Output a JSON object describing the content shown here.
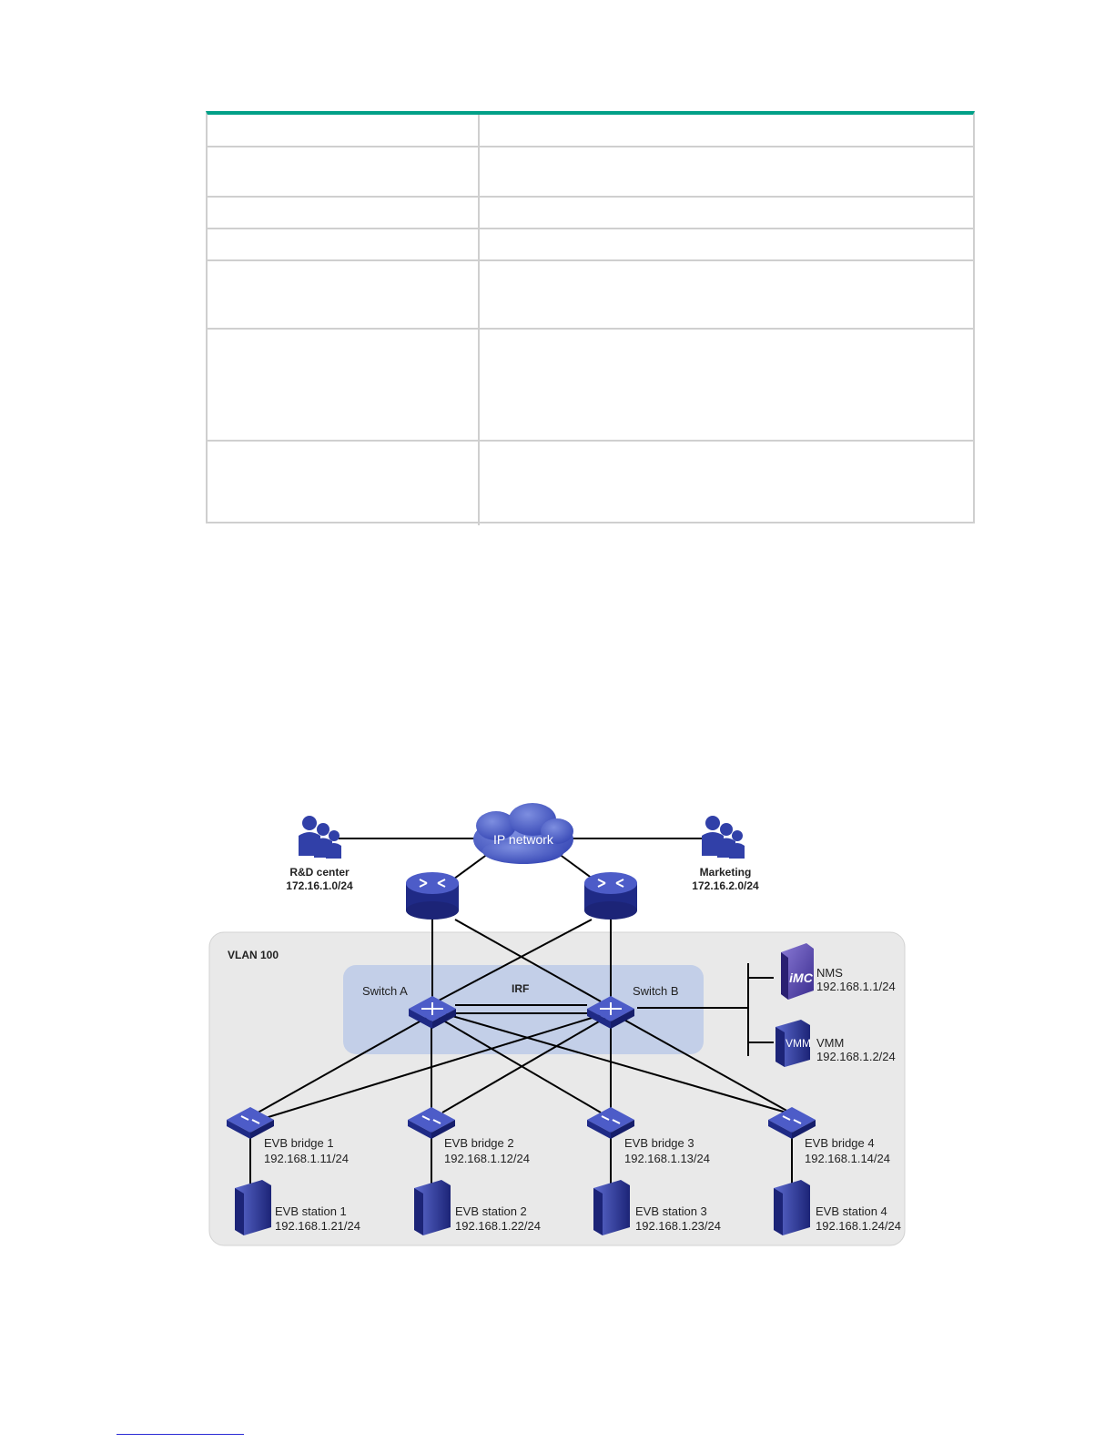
{
  "table": {
    "rows": [
      {
        "c1": "",
        "c2": ""
      },
      {
        "c1": "",
        "c2": ""
      },
      {
        "c1": "",
        "c2": ""
      },
      {
        "c1": "",
        "c2": ""
      },
      {
        "c1": "",
        "c2": ""
      },
      {
        "c1": "",
        "c2": ""
      },
      {
        "c1": "",
        "c2": ""
      }
    ]
  },
  "diagram": {
    "cloud_label": "IP network",
    "rd_center": {
      "name": "R&D center",
      "subnet": "172.16.1.0/24"
    },
    "marketing": {
      "name": "Marketing",
      "subnet": "172.16.2.0/24"
    },
    "vlan_label": "VLAN 100",
    "irf_label": "IRF",
    "switch_a": "Switch A",
    "switch_b": "Switch B",
    "nms": {
      "name": "NMS",
      "ip": "192.168.1.1/24",
      "icon_text": "iMC"
    },
    "vmm": {
      "name": "VMM",
      "ip": "192.168.1.2/24",
      "icon_text": "VMM"
    },
    "bridges": [
      {
        "name": "EVB bridge 1",
        "ip": "192.168.1.11/24"
      },
      {
        "name": "EVB bridge 2",
        "ip": "192.168.1.12/24"
      },
      {
        "name": "EVB bridge 3",
        "ip": "192.168.1.13/24"
      },
      {
        "name": "EVB bridge 4",
        "ip": "192.168.1.14/24"
      }
    ],
    "stations": [
      {
        "name": "EVB station 1",
        "ip": "192.168.1.21/24"
      },
      {
        "name": "EVB station 2",
        "ip": "192.168.1.22/24"
      },
      {
        "name": "EVB station 3",
        "ip": "192.168.1.23/24"
      },
      {
        "name": "EVB station 4",
        "ip": "192.168.1.24/24"
      }
    ],
    "colors": {
      "device": "#2f3aa3",
      "device_dark": "#1c2477",
      "irf_fill": "#c3cfe8",
      "vlan_fill": "#e9e9e9",
      "cloud": "#3b4dbd"
    }
  }
}
